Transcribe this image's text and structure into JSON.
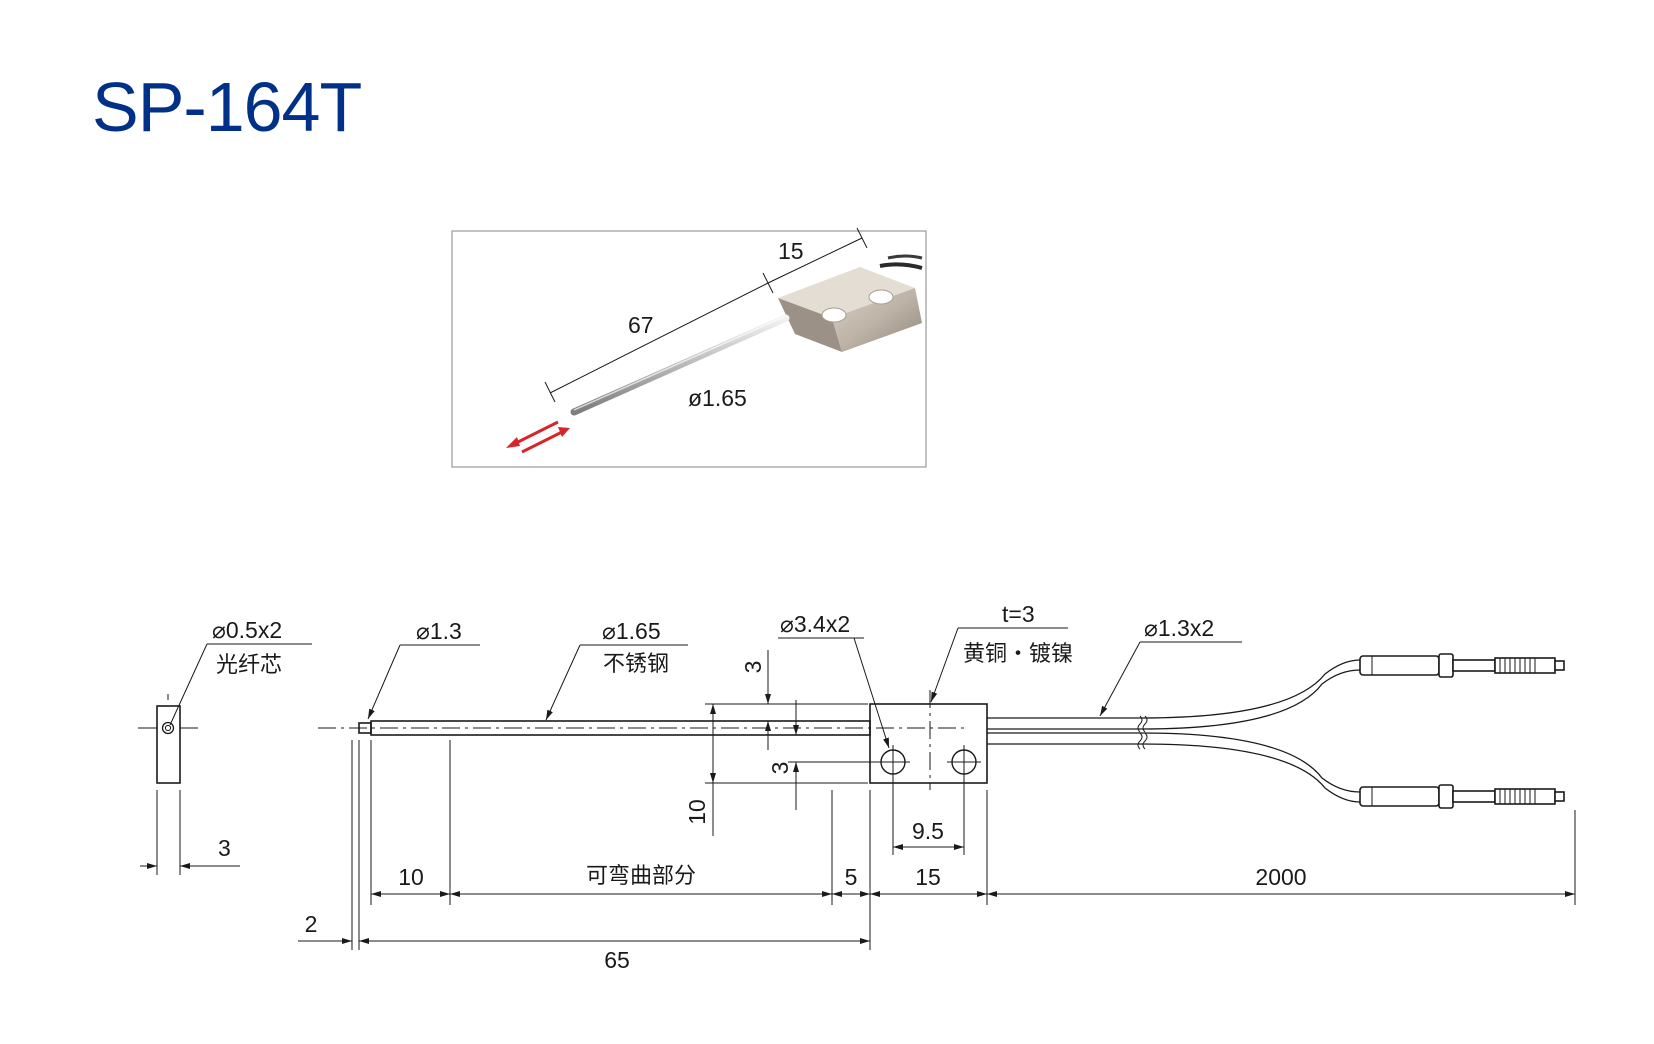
{
  "title": "SP-164T",
  "colors": {
    "title": "#003087",
    "arrow": "#d7252b",
    "photo_border": "#9a9a9a",
    "line": "#1a1a1a"
  },
  "photo": {
    "dim_length": "67",
    "dim_width": "15",
    "dim_diameter": "ø1.65",
    "light_icon": "red-light-arrows-icon"
  },
  "drawing": {
    "end_view": {
      "label": "⌀0.5x2",
      "sublabel": "光纤芯",
      "dim_width": "3"
    },
    "probe_tip": {
      "label": "⌀1.3"
    },
    "probe_tube": {
      "label": "⌀1.65",
      "sublabel": "不锈钢"
    },
    "mount_holes": {
      "label": "⌀3.4x2"
    },
    "block": {
      "label": "t=3",
      "sublabel": "黄铜・镀镍"
    },
    "cable": {
      "label": "⌀1.3x2"
    },
    "dims": {
      "tube_offset_top": "3",
      "tube_offset_bottom": "3",
      "block_height": "10",
      "hole_pitch": "9.5",
      "tip_length": "10",
      "bendable": "可弯曲部分",
      "gap": "5",
      "block_width": "15",
      "cable_length": "2000",
      "tip_stub": "2",
      "probe_length": "65"
    }
  }
}
